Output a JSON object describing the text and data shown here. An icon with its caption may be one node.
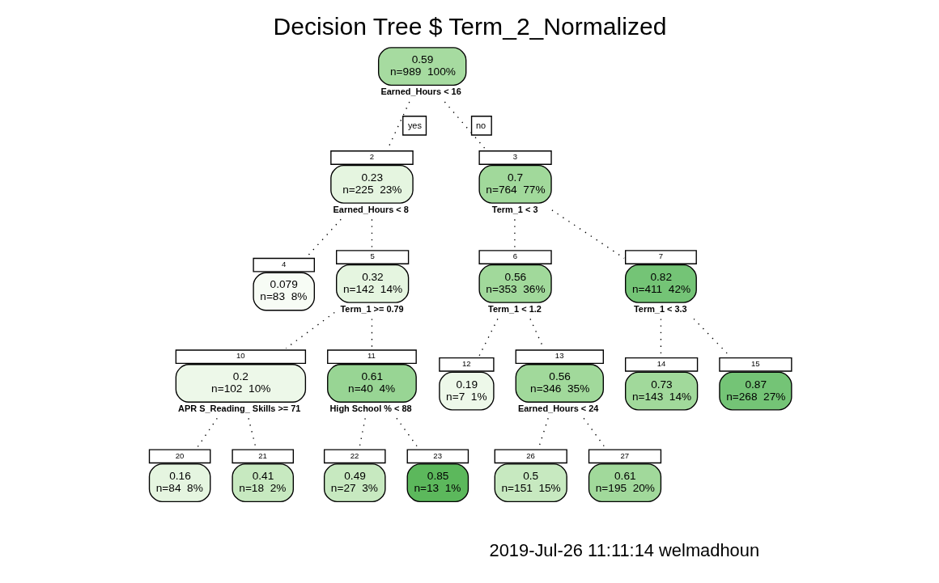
{
  "diagram": {
    "title": "Decision Tree $ Term_2_Normalized",
    "caption": "2019-Jul-26 11:11:14 welmadhoun",
    "nodes": [
      {
        "text": [
          "0.59",
          "n=989  100%"
        ],
        "beside": [
          "Earned_Hours < 16"
        ]
      },
      {
        "text": [
          "0.23",
          "n=225  23%"
        ],
        "beside": [
          "2",
          "Earned_Hours < 8"
        ]
      },
      {
        "text": [
          "0.7",
          "n=764  77%"
        ],
        "beside": [
          "3",
          "Term_1 < 3"
        ]
      },
      {
        "text": [
          "0.079",
          "n=83  8%"
        ],
        "beside": [
          "4"
        ]
      },
      {
        "text": [
          "0.32",
          "n=142  14%"
        ],
        "beside": [
          "5",
          "Term_1 >= 0.79"
        ]
      },
      {
        "text": [
          "0.56",
          "n=353  36%"
        ],
        "beside": [
          "6",
          "Term_1 < 1.2"
        ]
      },
      {
        "text": [
          "0.82",
          "n=411  42%"
        ],
        "beside": [
          "7",
          "Term_1 < 3.3"
        ]
      },
      {
        "text": [
          "0.2",
          "n=102  10%"
        ],
        "beside": [
          "10",
          "APR S_Reading_ Skills >= 71"
        ]
      },
      {
        "text": [
          "0.61",
          "n=40  4%"
        ],
        "beside": [
          "11",
          "High School % < 88"
        ]
      },
      {
        "text": [
          "0.19",
          "n=7  1%"
        ],
        "beside": [
          "12"
        ]
      },
      {
        "text": [
          "0.56",
          "n=346  35%"
        ],
        "beside": [
          "13",
          "Earned_Hours < 24"
        ]
      },
      {
        "text": [
          "0.73",
          "n=143  14%"
        ],
        "beside": [
          "14"
        ]
      },
      {
        "text": [
          "0.87",
          "n=268  27%"
        ],
        "beside": [
          "15"
        ]
      },
      {
        "text": [
          "0.16",
          "n=84  8%"
        ],
        "beside": [
          "20"
        ]
      },
      {
        "text": [
          "0.41",
          "n=18  2%"
        ],
        "beside": [
          "21"
        ]
      },
      {
        "text": [
          "0.49",
          "n=27  3%"
        ],
        "beside": [
          "22"
        ]
      },
      {
        "text": [
          "0.85",
          "n=13  1%"
        ],
        "beside": [
          "23"
        ]
      },
      {
        "text": [
          "0.5",
          "n=151  15%"
        ],
        "beside": [
          "26"
        ]
      },
      {
        "text": [
          "0.61",
          "n=195  20%"
        ],
        "beside": [
          "27"
        ]
      }
    ],
    "edges": [
      {
        "from": 0,
        "to": 1,
        "arrow": "none",
        "label": "yes",
        "style": "dashed"
      },
      {
        "from": 0,
        "to": 2,
        "arrow": "none",
        "label": "no",
        "style": "dashed"
      },
      {
        "from": 1,
        "to": 3,
        "arrow": "none",
        "style": "dashed"
      },
      {
        "from": 1,
        "to": 4,
        "arrow": "none",
        "style": "dashed"
      },
      {
        "from": 2,
        "to": 5,
        "arrow": "none",
        "style": "dashed"
      },
      {
        "from": 2,
        "to": 6,
        "arrow": "none",
        "style": "dashed"
      },
      {
        "from": 4,
        "to": 7,
        "arrow": "none",
        "style": "dashed"
      },
      {
        "from": 4,
        "to": 8,
        "arrow": "none",
        "style": "dashed"
      },
      {
        "from": 5,
        "to": 9,
        "arrow": "none",
        "style": "dashed"
      },
      {
        "from": 5,
        "to": 10,
        "arrow": "none",
        "style": "dashed"
      },
      {
        "from": 6,
        "to": 11,
        "arrow": "none",
        "style": "dashed"
      },
      {
        "from": 6,
        "to": 12,
        "arrow": "none",
        "style": "dashed"
      },
      {
        "from": 7,
        "to": 13,
        "arrow": "none",
        "style": "dashed"
      },
      {
        "from": 7,
        "to": 14,
        "arrow": "none",
        "style": "dashed"
      },
      {
        "from": 8,
        "to": 15,
        "arrow": "none",
        "style": "dashed"
      },
      {
        "from": 8,
        "to": 16,
        "arrow": "none",
        "style": "dashed"
      },
      {
        "from": 10,
        "to": 17,
        "arrow": "none",
        "style": "dashed"
      },
      {
        "from": 10,
        "to": 18,
        "arrow": "none",
        "style": "dashed"
      }
    ]
  }
}
